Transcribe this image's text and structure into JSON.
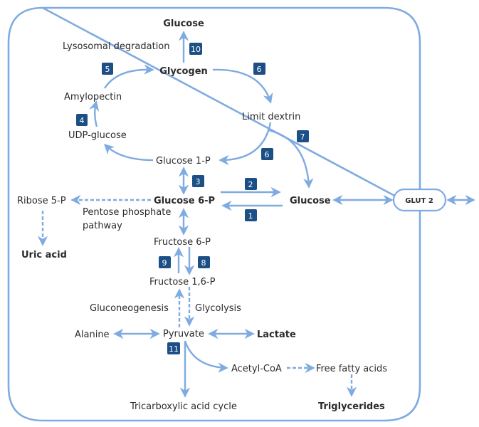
{
  "diagram": {
    "title": "Hepatic glucose and glycogen metabolism",
    "nodes": {
      "glucose_top": "Glucose",
      "lysosomal": "Lysosomal degradation",
      "glycogen": "Glycogen",
      "amylopectin": "Amylopectin",
      "udp_glucose": "UDP-glucose",
      "limit_dextrin": "Limit dextrin",
      "glucose_1p": "Glucose 1-P",
      "glucose_6p": "Glucose 6-P",
      "glucose_right": "Glucose",
      "glut2": "GLUT 2",
      "ribose_5p": "Ribose 5-P",
      "ppp_line1": "Pentose phosphate",
      "ppp_line2": "pathway",
      "uric_acid": "Uric acid",
      "fructose_6p": "Fructose 6-P",
      "fructose_16p": "Fructose 1,6-P",
      "gluconeogenesis": "Gluconeogenesis",
      "glycolysis": "Glycolysis",
      "alanine": "Alanine",
      "pyruvate": "Pyruvate",
      "lactate": "Lactate",
      "acetyl_coa": "Acetyl-CoA",
      "free_fatty_acids": "Free fatty acids",
      "tca": "Tricarboxylic acid cycle",
      "triglycerides": "Triglycerides"
    },
    "badges": {
      "b1": "1",
      "b2": "2",
      "b3": "3",
      "b4": "4",
      "b5": "5",
      "b6a": "6",
      "b6b": "6",
      "b7": "7",
      "b8": "8",
      "b9": "9",
      "b10": "10",
      "b11": "11"
    },
    "colors": {
      "arrow": "#7fabe0",
      "badge": "#1c4f86",
      "text": "#2b2b2b"
    }
  }
}
